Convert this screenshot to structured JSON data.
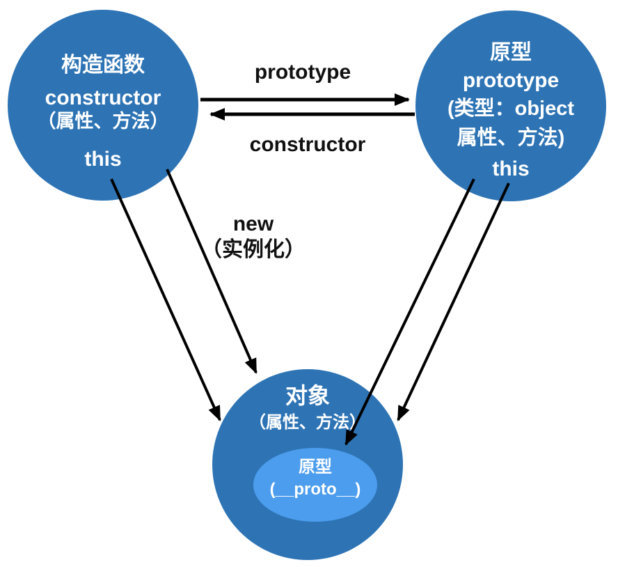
{
  "diagram": {
    "title_hint": "JavaScript constructor / prototype / object relationship diagram",
    "colors": {
      "circle_fill": "#2E74B5",
      "proto_ellipse_fill": "#4C9DEE",
      "circle_text": "#FFFFFF",
      "arrow": "#000000",
      "label_text": "#111111",
      "background": "#FFFFFF"
    },
    "nodes": {
      "constructor_circle": {
        "line1": "构造函数",
        "line2": "constructor",
        "line3": "（属性、方法）",
        "line4": "this"
      },
      "prototype_circle": {
        "line1": "原型",
        "line2": "prototype",
        "line3": "(类型：object",
        "line4": "属性、方法)",
        "line5": "this"
      },
      "object_circle": {
        "line1": "对象",
        "line2": "（属性、方法）",
        "proto_ellipse": {
          "line1": "原型",
          "line2": "(__proto__)"
        }
      }
    },
    "edge_labels": {
      "prototype": "prototype",
      "constructor": "constructor",
      "new_line1": "new",
      "new_line2": "（实例化）"
    },
    "edges": [
      {
        "from": "constructor_circle",
        "to": "prototype_circle",
        "label": "prototype"
      },
      {
        "from": "prototype_circle",
        "to": "constructor_circle",
        "label": "constructor"
      },
      {
        "from": "constructor_circle",
        "to": "object_circle",
        "label": "this"
      },
      {
        "from": "constructor_circle",
        "to": "object_circle",
        "label": "new（实例化）"
      },
      {
        "from": "prototype_circle",
        "to": "object_circle.proto_ellipse",
        "label": ""
      },
      {
        "from": "prototype_circle",
        "to": "object_circle",
        "label": "this"
      }
    ]
  }
}
